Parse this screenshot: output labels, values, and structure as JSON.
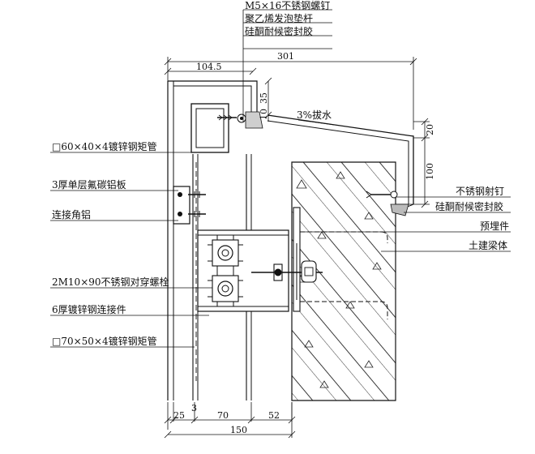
{
  "labels_top": [
    "M5×16不锈钢螺钉",
    "聚乙烯发泡垫杆",
    "硅酮耐候密封胶"
  ],
  "labels_left": [
    "□60×40×4镀锌钢矩管",
    "3厚单层氟碳铝板",
    "连接角铝",
    "2M10×90不锈钢对穿螺栓",
    "6厚镀锌钢连接件",
    "□70×50×4镀锌钢矩管"
  ],
  "labels_right": [
    "不锈钢射钉",
    "硅酮耐候密封胶",
    "预埋件",
    "土建梁体"
  ],
  "slope_note": "3%拔水",
  "dims": {
    "total_width": "301",
    "left_width": "104.5",
    "d35": "35",
    "d10": "10",
    "d20": "20",
    "d100": "100",
    "b25": "25",
    "b3": "3",
    "b70": "70",
    "b52": "52",
    "b150": "150"
  }
}
